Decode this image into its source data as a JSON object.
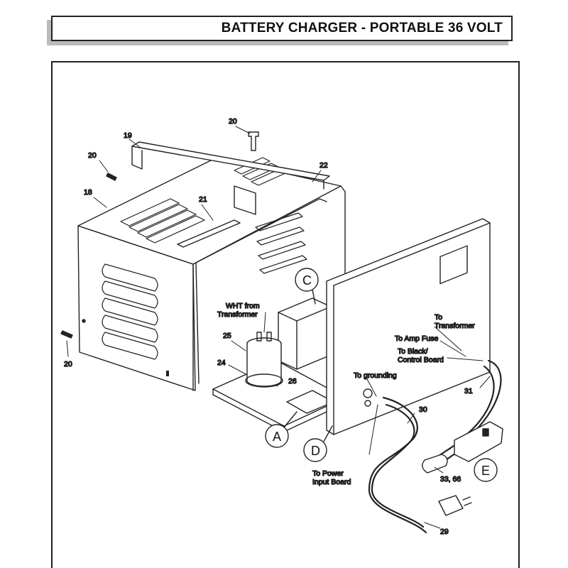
{
  "title": "BATTERY CHARGER - PORTABLE 36 VOLT",
  "part_numbers": {
    "p20a": "20",
    "p20b": "20",
    "p20c": "20",
    "p18": "18",
    "p19": "19",
    "p21": "21",
    "p22": "22",
    "p24": "24",
    "p25": "25",
    "p26": "26",
    "p29": "29",
    "p30": "30",
    "p31": "31",
    "p33_66": "33, 66"
  },
  "callouts": {
    "a": "A",
    "c": "C",
    "d": "D",
    "e": "E"
  },
  "notes": {
    "wht_line1": "WHT from",
    "wht_line2": "Transformer",
    "to_transformer_1": "To",
    "to_transformer_2": "Transformer",
    "to_amp_fuse": "To Amp Fuse",
    "to_black_1": "To Black/",
    "to_black_2": "Control Board",
    "to_grounding": "To grounding",
    "to_power_1": "To Power",
    "to_power_2": "Input Board"
  }
}
